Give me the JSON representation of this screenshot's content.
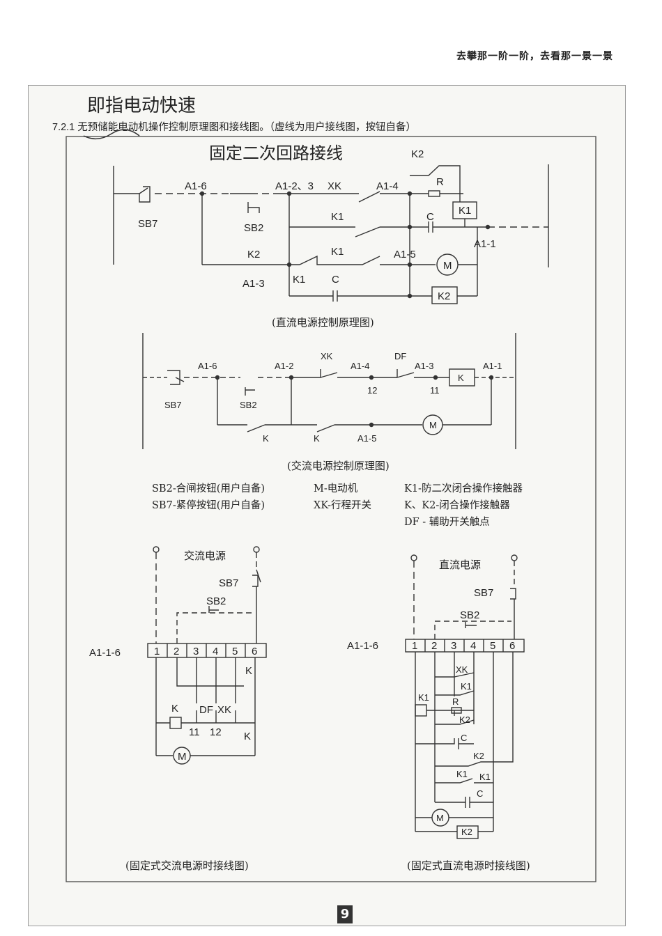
{
  "header": {
    "motto": "去攀那一阶一阶，去看那一景一景"
  },
  "handwriting": {
    "note1": "即指电动快速",
    "note2": "固定二次回路接线"
  },
  "section": {
    "title": "7.2.1  无预储能电动机操作控制原理图和接线图。（虚线为用户接线图，按钮自备）"
  },
  "dc_diagram": {
    "caption": "(直流电源控制原理图)",
    "labels": {
      "sb7": "SB7",
      "a16": "A1-6",
      "a123": "A1-2、3",
      "xk": "XK",
      "a14": "A1-4",
      "k2_top": "K2",
      "r": "R",
      "k1_box": "K1",
      "sb2": "SB2",
      "k1_mid": "K1",
      "c_mid": "C",
      "a11": "A1-1",
      "k2_left": "K2",
      "k1_low": "K1",
      "a15": "A1-5",
      "m": "M",
      "a13": "A1-3",
      "k1_bot": "K1",
      "c_bot": "C",
      "k2_box": "K2"
    }
  },
  "ac_diagram": {
    "caption": "(交流电源控制原理图)",
    "labels": {
      "a16": "A1-6",
      "sb7": "SB7",
      "sb2": "SB2",
      "a12": "A1-2",
      "xk": "XK",
      "a14": "A1-4",
      "n12": "12",
      "df": "DF",
      "a13": "A1-3",
      "n11": "11",
      "k_box": "K",
      "a11": "A1-1",
      "k1": "K",
      "k2": "K",
      "a15": "A1-5",
      "m": "M"
    }
  },
  "legend": {
    "col1": [
      "SB2-合闸按钮(用户自备)",
      "SB7-紧停按钮(用户自备)"
    ],
    "col2": [
      "M-电动机",
      "XK-行程开关"
    ],
    "col3": [
      "K1-防二次闭合操作接触器",
      "K、K2-闭合操作接触器",
      "DF - 辅助开关触点"
    ]
  },
  "ac_wiring": {
    "caption": "(固定式交流电源时接线图)",
    "labels": {
      "power": "交流电源",
      "sb7": "SB7",
      "sb2": "SB2",
      "terminal": "A1-1-6",
      "k_right": "K",
      "k_box": "K",
      "df": "DF",
      "xk": "XK",
      "n11": "11",
      "n12": "12",
      "k_right2": "K",
      "m": "M"
    },
    "terminals": [
      "1",
      "2",
      "3",
      "4",
      "5",
      "6"
    ]
  },
  "dc_wiring": {
    "caption": "(固定式直流电源时接线图)",
    "labels": {
      "power": "直流电源",
      "sb7": "SB7",
      "sb2": "SB2",
      "terminal": "A1-1-6",
      "xk": "XK",
      "k1a": "K1",
      "k1_box": "K1",
      "r": "R",
      "k2a": "K2",
      "c1": "C",
      "k2b": "K2",
      "k1b": "K1",
      "k1c": "K1",
      "c2": "C",
      "m": "M",
      "k2_box": "K2"
    },
    "terminals": [
      "1",
      "2",
      "3",
      "4",
      "5",
      "6"
    ]
  },
  "footer": {
    "page_number": "9"
  }
}
